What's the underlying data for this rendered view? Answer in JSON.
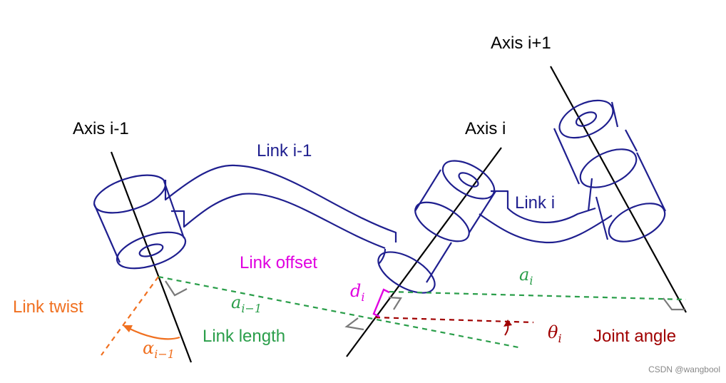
{
  "colors": {
    "black": "#000000",
    "link": "#1f1f8f",
    "offset": "#e000e0",
    "twist": "#f07020",
    "length": "#2a9e4a",
    "angle": "#a00000",
    "right_angle": "#7a7a7a",
    "watermark": "#888888"
  },
  "labels": {
    "axis_prev": "Axis i-1",
    "axis_i": "Axis i",
    "axis_next": "Axis i+1",
    "link_prev": "Link i-1",
    "link_i": "Link i",
    "link_offset": "Link offset",
    "link_twist": "Link twist",
    "link_length": "Link length",
    "joint_angle": "Joint angle"
  },
  "symbols": {
    "a_prev": {
      "base": "a",
      "sub": "i−1"
    },
    "a_i": {
      "base": "a",
      "sub": "i"
    },
    "alpha_prev": {
      "base": "α",
      "sub": "i−1"
    },
    "d_i": {
      "base": "d",
      "sub": "i"
    },
    "theta_i": {
      "base": "θ",
      "sub": "i"
    }
  },
  "watermark": "CSDN @wangbool"
}
